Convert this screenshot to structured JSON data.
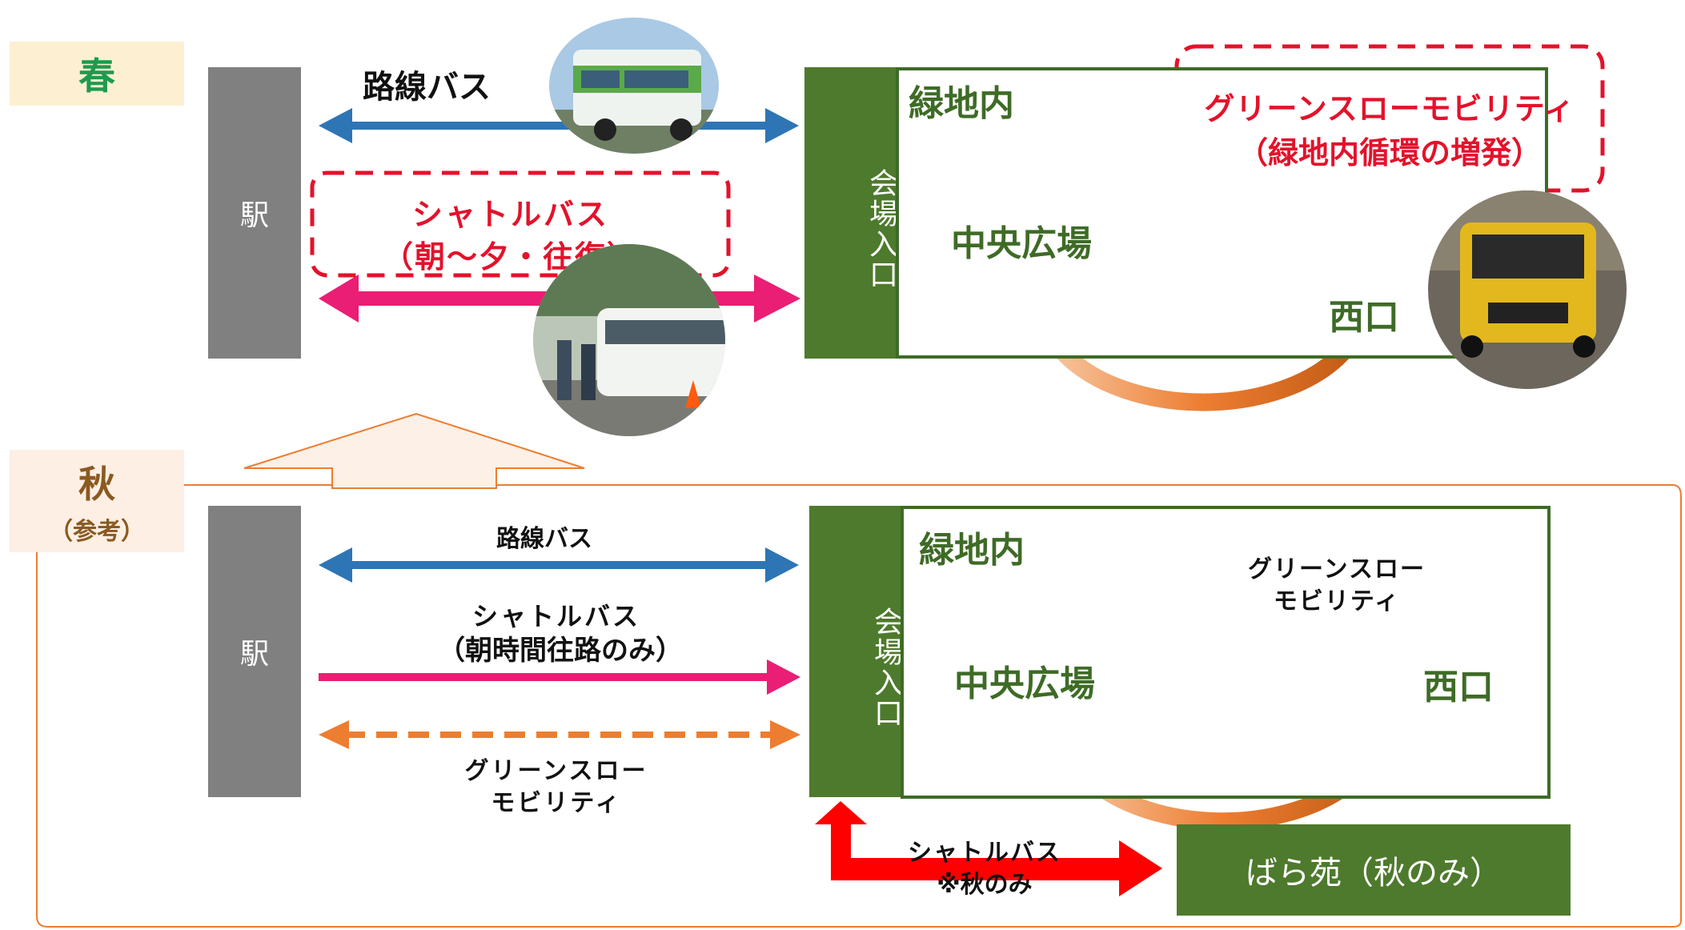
{
  "spring": {
    "tag": "春",
    "station": "駅",
    "route_bus": "路線バス",
    "shuttle_line1": "シャトルバス",
    "shuttle_line2": "（朝～夕・往復）",
    "entrance": "会場入口",
    "park_title": "緑地内",
    "central": "中央広場",
    "west": "西口",
    "gsm_line1": "グリーンスローモビリティ",
    "gsm_line2": "（緑地内循環の増発）"
  },
  "autumn": {
    "tag": "秋",
    "tag_sub": "（参考）",
    "station": "駅",
    "route_bus": "路線バス",
    "shuttle_line1": "シャトルバス",
    "shuttle_line2": "（朝時間往路のみ）",
    "gsm_line1": "グリーンスロー",
    "gsm_line2": "モビリティ",
    "entrance": "会場入口",
    "park_title": "緑地内",
    "central": "中央広場",
    "west": "西口",
    "park_gsm_line1": "グリーンスロー",
    "park_gsm_line2": "モビリティ",
    "rose_shuttle_line1": "シャトルバス",
    "rose_shuttle_line2": "※秋のみ",
    "rose_garden": "ばら苑（秋のみ）"
  },
  "colors": {
    "route_bus": "#2e75b6",
    "shuttle": "#ea1e74",
    "gsm": "#ed7d31",
    "green": "#4e7a2d",
    "red": "#e3122b"
  }
}
